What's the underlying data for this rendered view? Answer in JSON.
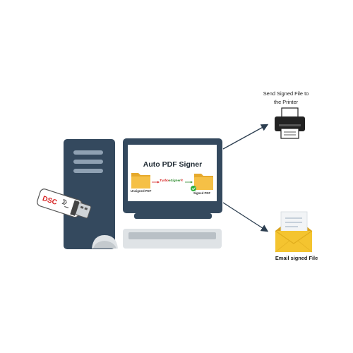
{
  "screen": {
    "title": "Auto PDF Signer",
    "unsigned_label": "Unsigned PDF",
    "signed_label": "Signed PDF",
    "brand_part1": "Turbo",
    "brand_part2": "eSigner",
    "brand_mark": "®"
  },
  "usb": {
    "label": "DSC"
  },
  "outputs": {
    "printer_label_line1": "Send Signed File to",
    "printer_label_line2": "the Printer",
    "email_label": "Email signed File"
  },
  "icons": {
    "printer": "printer-icon",
    "email": "email-envelope-icon",
    "folder": "folder-icon",
    "checkmark": "checkmark-icon",
    "usb": "usb-drive-icon"
  },
  "colors": {
    "tower": "#34495e",
    "monitor": "#34495e",
    "folder": "#f5c046",
    "check": "#2eae3a",
    "envelope": "#f4c430",
    "arrow": "#2c3e50",
    "keyboard": "#dfe3e6"
  }
}
